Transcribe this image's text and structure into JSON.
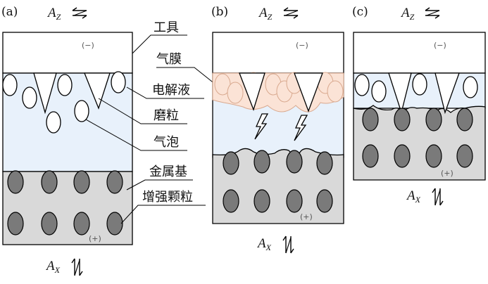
{
  "panels": [
    {
      "id": "a",
      "label": "(a)",
      "tool_sign": "(−)",
      "workpiece_sign": "(+)"
    },
    {
      "id": "b",
      "label": "(b)",
      "tool_sign": "(−)",
      "workpiece_sign": "(+)"
    },
    {
      "id": "c",
      "label": "(c)",
      "tool_sign": "(−)",
      "workpiece_sign": "(+)"
    }
  ],
  "motion": {
    "tool_axis": "A",
    "tool_axis_sub": "Z",
    "work_axis": "A",
    "work_axis_sub": "X"
  },
  "callouts": {
    "tool": "工具",
    "gas_film": "气膜",
    "electrolyte": "电解液",
    "abrasive": "磨粒",
    "bubble": "气泡",
    "metal_matrix": "金属基",
    "reinforcement_particle": "增强颗粒"
  },
  "colors": {
    "electrolyte": "#e8f1fb",
    "matrix": "#d9d9d9",
    "particle": "#7a7a7a",
    "gas_film": "#fbe3d6",
    "tool": "#ffffff",
    "spark": "#000000"
  }
}
